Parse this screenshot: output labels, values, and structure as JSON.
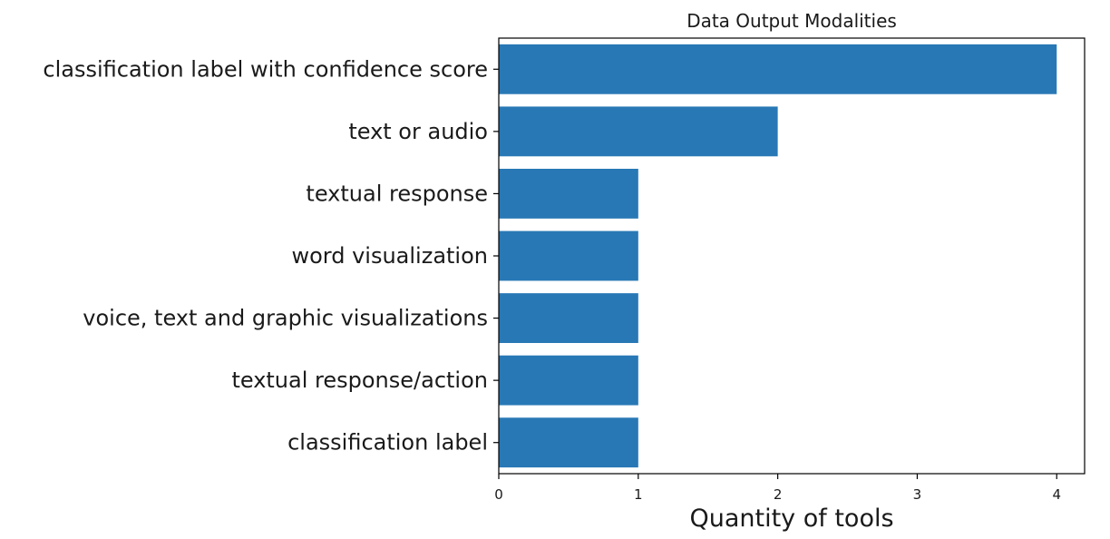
{
  "chart_data": {
    "type": "bar",
    "orientation": "horizontal",
    "title": "Data Output Modalities",
    "xlabel": "Quantity of tools",
    "ylabel": "",
    "categories": [
      "classification label with confidence score",
      "text or audio",
      "textual response",
      "word visualization",
      "voice, text and graphic visualizations",
      "textual response/action",
      "classification label"
    ],
    "values": [
      4,
      2,
      1,
      1,
      1,
      1,
      1
    ],
    "xlim": [
      0,
      4.2
    ],
    "xticks": [
      0,
      1,
      2,
      3,
      4
    ],
    "grid": false,
    "bar_color": "#2878b5"
  }
}
